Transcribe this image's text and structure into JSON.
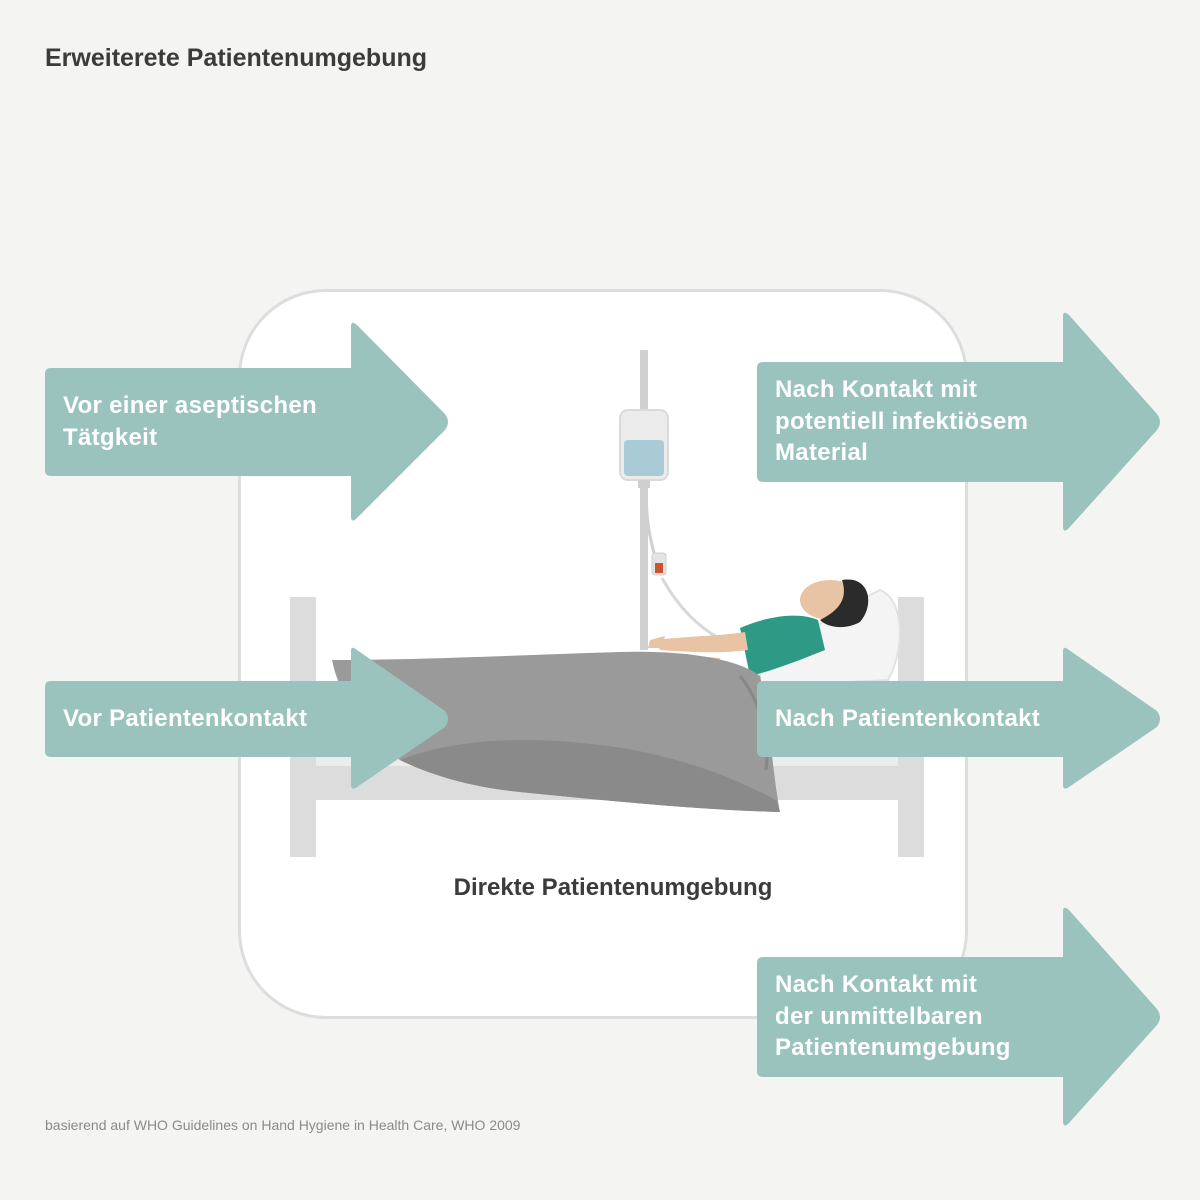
{
  "outer_zone": {
    "title": "Erweiterete Patientenumgebung"
  },
  "inner_zone": {
    "title": "Direkte Patientenumgebung"
  },
  "moments": {
    "before_aseptic": {
      "lines": [
        "Vor einer aseptischen",
        "Tätgkeit"
      ]
    },
    "before_patient": {
      "lines": [
        "Vor Patientenkontakt"
      ]
    },
    "after_fluids": {
      "lines": [
        "Nach Kontakt mit",
        "potentiell infektiösem",
        "Material"
      ]
    },
    "after_patient": {
      "lines": [
        "Nach Patientenkontakt"
      ]
    },
    "after_surroundings": {
      "lines": [
        "Nach Kontakt mit",
        "der unmittelbaren",
        "Patientenumgebung"
      ]
    }
  },
  "source": "basierend auf WHO Guidelines on Hand Hygiene in Health Care, WHO 2009",
  "colors": {
    "background": "#f4f4f3",
    "zone": "#ffffff",
    "arrow": "#9bc3bd",
    "text_dark": "#3b3b3b",
    "blanket": "#9a9a9a",
    "scrubs": "#2e9a86"
  }
}
